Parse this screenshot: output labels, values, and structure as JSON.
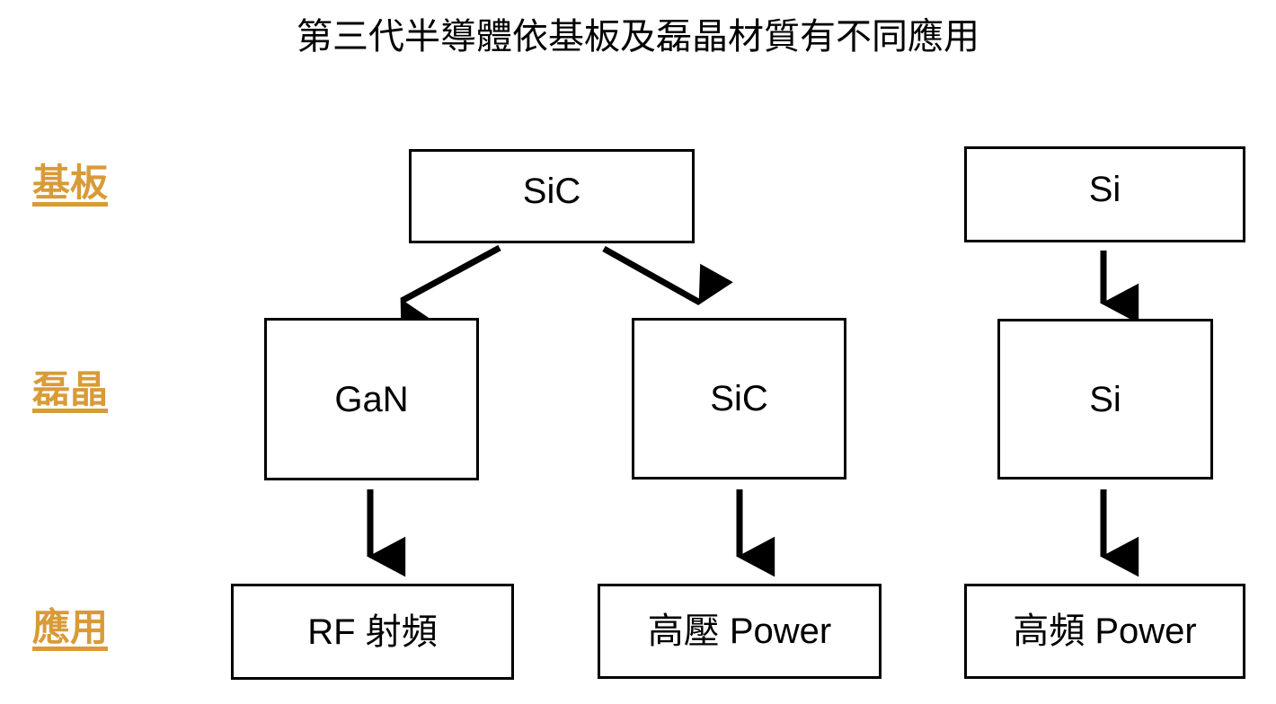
{
  "slide": {
    "title": "第三代半導體依基板及磊晶材質有不同應用",
    "background_color": "#FFFFFF",
    "accent_color": "#D89B38",
    "line_color": "#000000"
  },
  "row_labels": [
    {
      "id": "substrate",
      "label": "基板"
    },
    {
      "id": "epitaxy",
      "label": "磊晶"
    },
    {
      "id": "application",
      "label": "應用"
    }
  ],
  "rows": {
    "substrate": [
      {
        "id": "substrate-sic",
        "label": "SiC"
      },
      {
        "id": "substrate-si",
        "label": "Si"
      }
    ],
    "epitaxy": [
      {
        "id": "epi-gan",
        "label": "GaN"
      },
      {
        "id": "epi-sic",
        "label": "SiC"
      },
      {
        "id": "epi-si",
        "label": "Si"
      }
    ],
    "application": [
      {
        "id": "app-rf",
        "label": "RF 射頻"
      },
      {
        "id": "app-hv-power",
        "label": "高壓 Power"
      },
      {
        "id": "app-hf-power",
        "label": "高頻 Power"
      }
    ]
  },
  "connectors": [
    {
      "id": "arrow-sic-to-gan",
      "from": "substrate-sic",
      "to": "epi-gan",
      "style": "diagonal-left",
      "icon": "arrow-down-left-icon"
    },
    {
      "id": "arrow-sic-to-sic",
      "from": "substrate-sic",
      "to": "epi-sic",
      "style": "diagonal-right",
      "icon": "arrow-down-right-icon"
    },
    {
      "id": "arrow-si-to-si",
      "from": "substrate-si",
      "to": "epi-si",
      "style": "vertical",
      "icon": "arrow-down-icon"
    },
    {
      "id": "arrow-gan-to-rf",
      "from": "epi-gan",
      "to": "app-rf",
      "style": "vertical",
      "icon": "arrow-down-icon"
    },
    {
      "id": "arrow-sic-to-hv",
      "from": "epi-sic",
      "to": "app-hv-power",
      "style": "vertical",
      "icon": "arrow-down-icon"
    },
    {
      "id": "arrow-si-to-hf",
      "from": "epi-si",
      "to": "app-hf-power",
      "style": "vertical",
      "icon": "arrow-down-icon"
    }
  ]
}
